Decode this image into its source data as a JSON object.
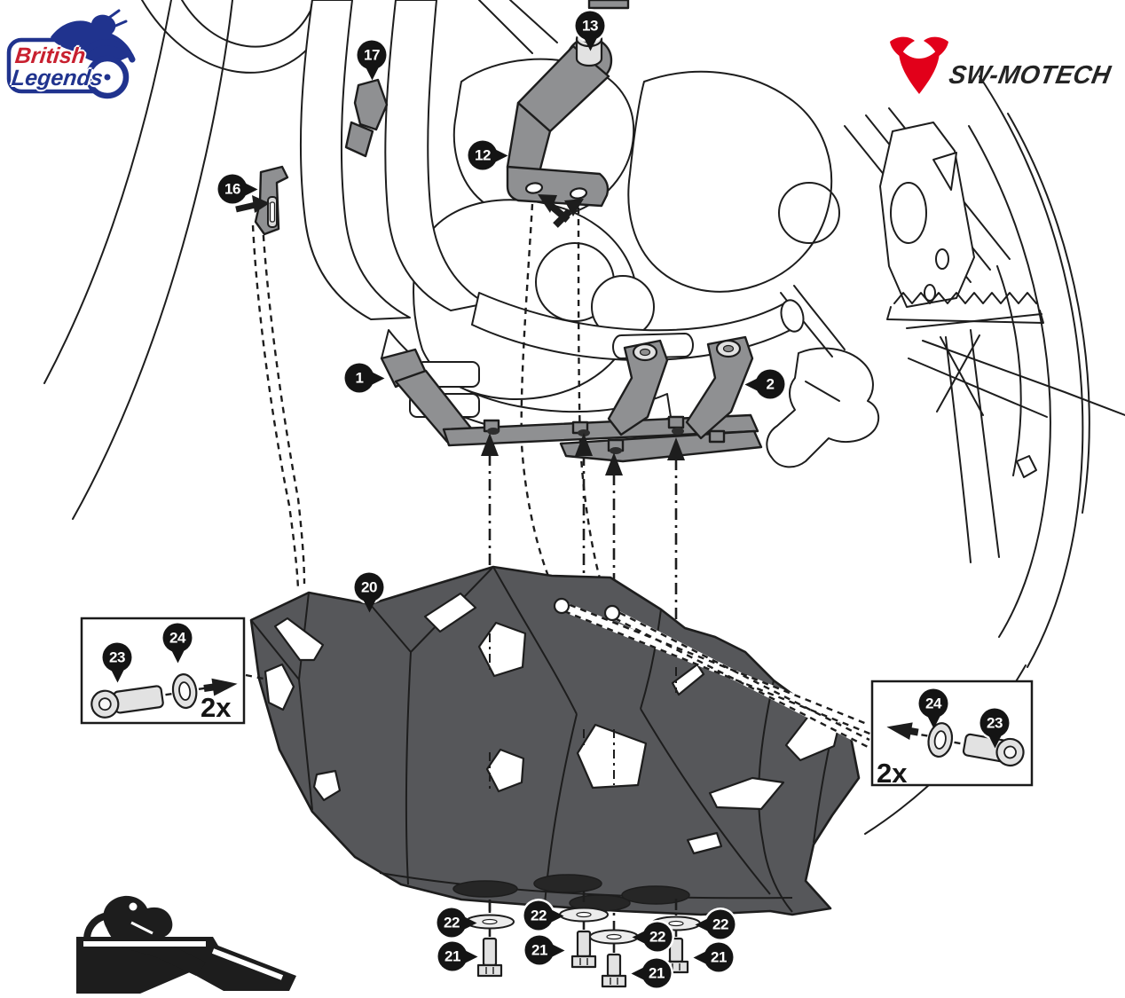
{
  "brand_left": {
    "line1": "British",
    "line2": "Legends"
  },
  "brand_right": {
    "name": "SW-MOTECH"
  },
  "callouts": {
    "p1": "1",
    "p2": "2",
    "p12": "12",
    "p13": "13",
    "p16": "16",
    "p17": "17",
    "p20": "20",
    "p21": "21",
    "p22": "22",
    "p23": "23",
    "p24": "24"
  },
  "insets": {
    "left_qty": "2x",
    "right_qty": "2x"
  },
  "colors": {
    "ink": "#1d1d1d",
    "badge": "#141414",
    "plate": "#56575a",
    "bracket": "#8f9092",
    "steel": "#e2e2e2",
    "brand_blue": "#20338e",
    "brand_red": "#c8202f",
    "bull_red": "#e2001a"
  }
}
